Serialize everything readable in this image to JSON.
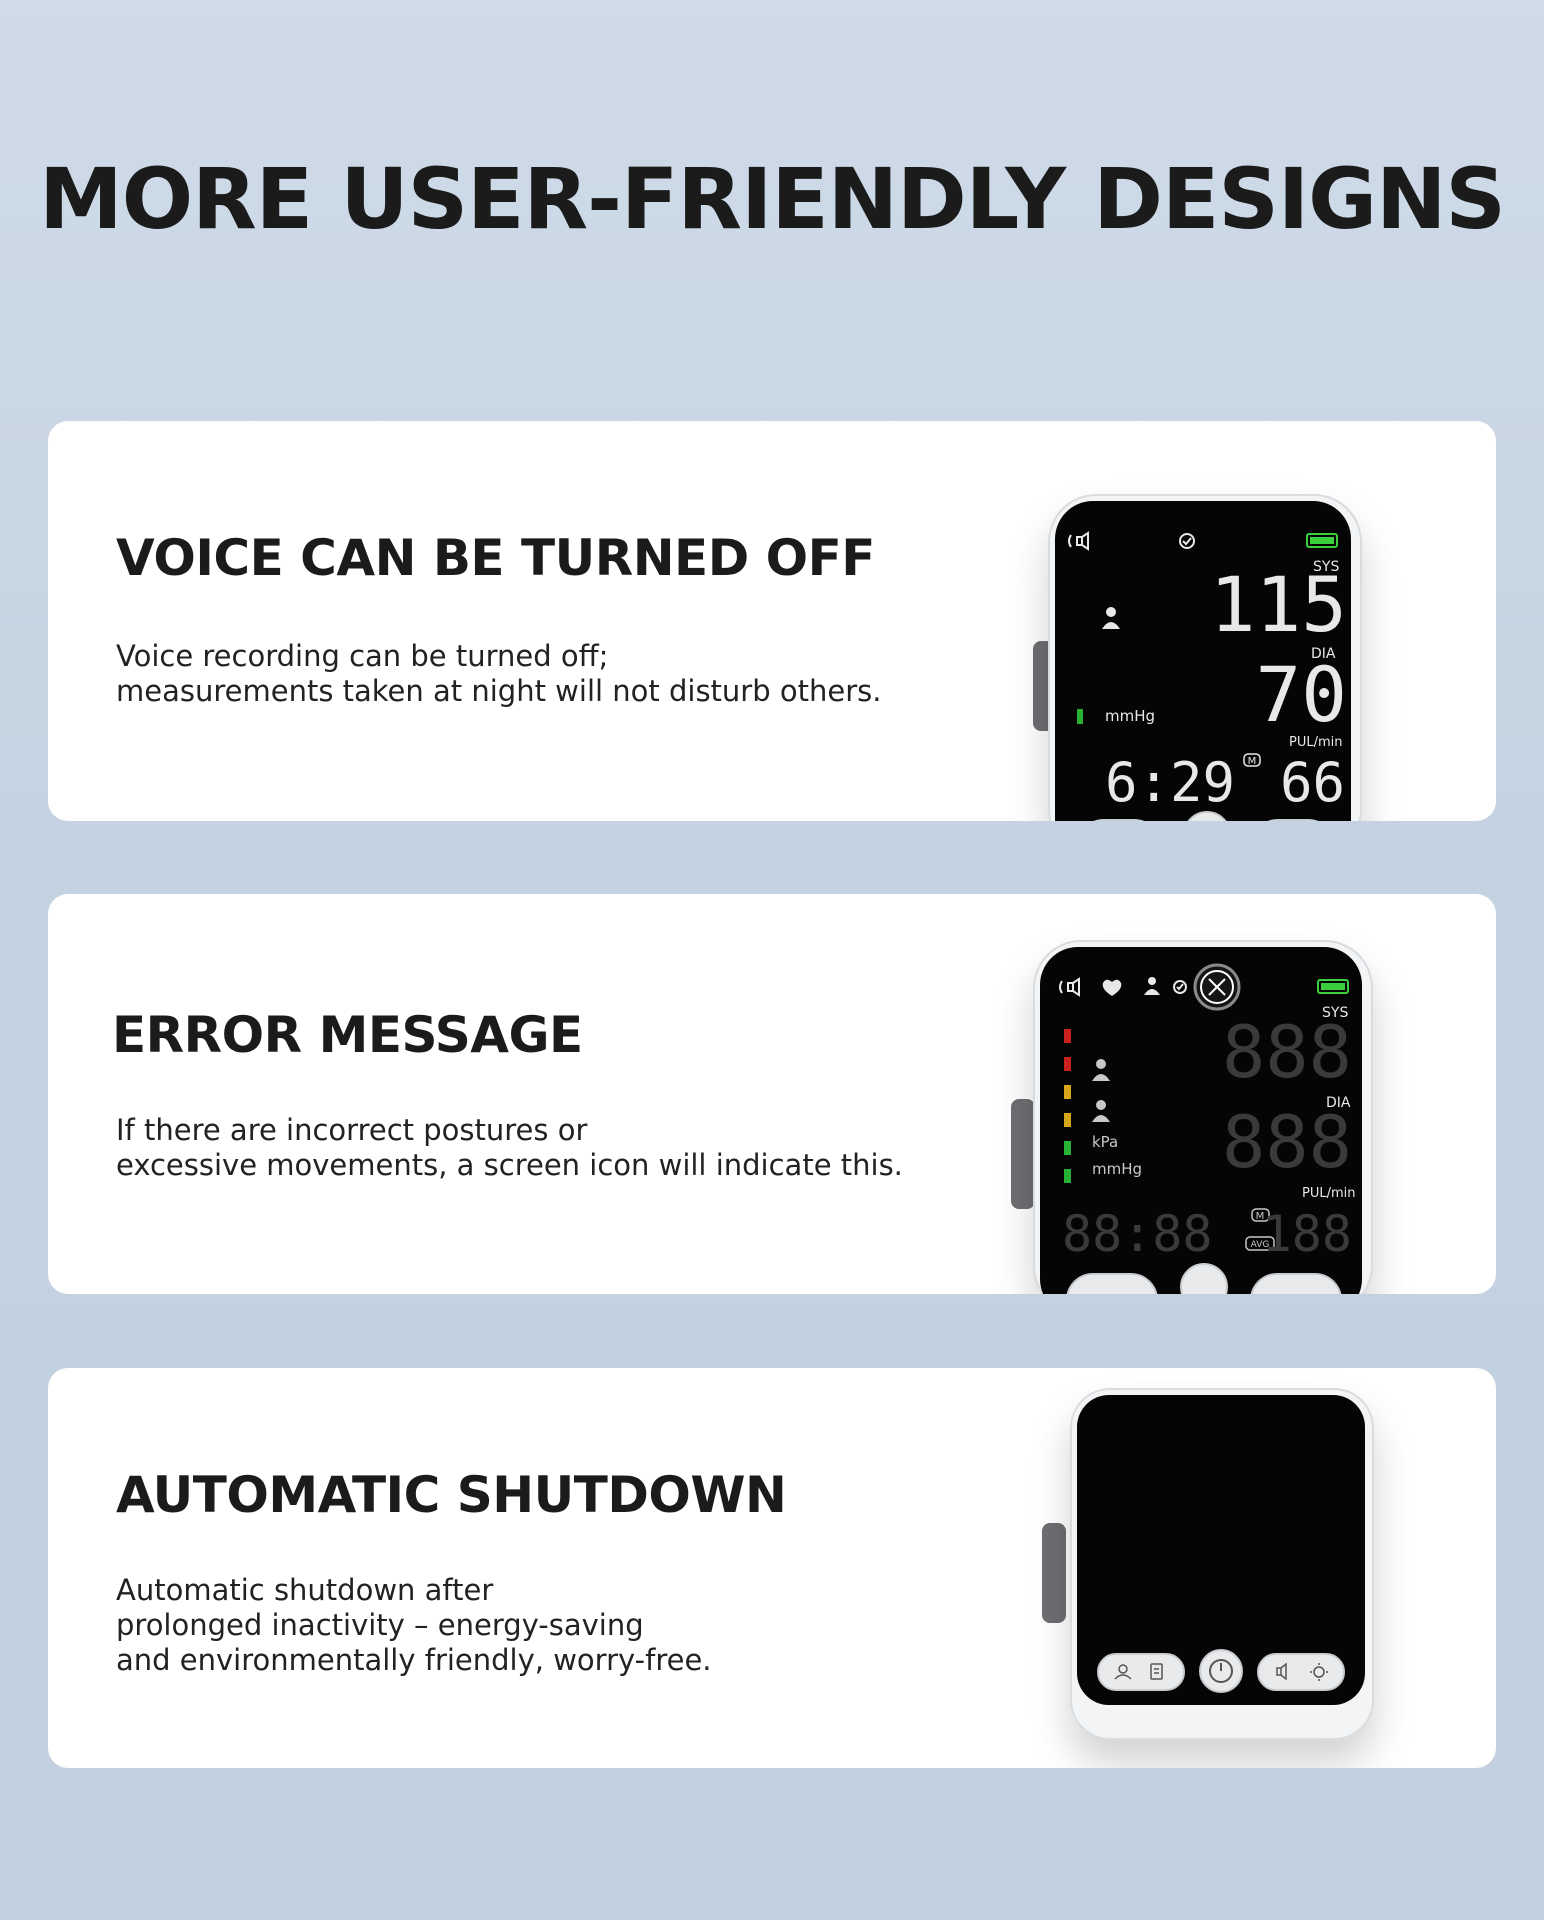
{
  "page": {
    "title": "MORE USER-FRIENDLY DESIGNS"
  },
  "features": [
    {
      "title": "VOICE CAN BE TURNED OFF",
      "description": "Voice recording can be turned off;\nmeasurements taken at night will not disturb others."
    },
    {
      "title": "ERROR MESSAGE",
      "description": "If there are incorrect postures or\nexcessive movements, a screen icon will indicate this."
    },
    {
      "title": "AUTOMATIC SHUTDOWN",
      "description": "Automatic shutdown after\nprolonged inactivity – energy-saving\nand environmentally friendly, worry-free."
    }
  ],
  "device1": {
    "sys_label": "SYS",
    "dia_label": "DIA",
    "pul_label": "PUL/min",
    "unit": "mmHg",
    "sys": "115",
    "dia": "70",
    "time": "6:29",
    "pulse": "66",
    "memory": "M"
  },
  "device2": {
    "sys_label": "SYS",
    "dia_label": "DIA",
    "pul_label": "PUL/min",
    "unit_kpa": "kPa",
    "unit_mmhg": "mmHg",
    "memory": "M",
    "avg": "AVG"
  },
  "colors": {
    "lcd": "#e8e8e8",
    "lcd_dim": "#3a3a3a",
    "battery": "#3ccf3c",
    "indicator_red": "#c9221e",
    "indicator_yellow": "#d6a51a",
    "indicator_green": "#27b233"
  }
}
